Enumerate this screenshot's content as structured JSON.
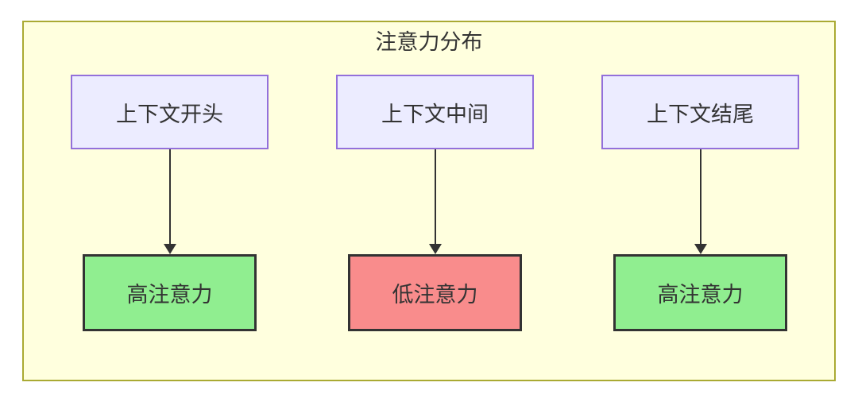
{
  "diagram": {
    "title": "注意力分布",
    "columns": [
      {
        "source": "上下文开头",
        "target": "高注意力",
        "attention": "high"
      },
      {
        "source": "上下文中间",
        "target": "低注意力",
        "attention": "low"
      },
      {
        "source": "上下文结尾",
        "target": "高注意力",
        "attention": "high"
      }
    ],
    "colors": {
      "page_bg": "#ffffff",
      "container_bg": "#ffffde",
      "container_border": "#aaaa33",
      "source_bg": "#ececff",
      "source_border": "#9370db",
      "high_bg": "#90ee90",
      "low_bg": "#f98c8c",
      "node_border": "#333333",
      "arrow_color": "#333333",
      "text_color": "#333333"
    }
  }
}
